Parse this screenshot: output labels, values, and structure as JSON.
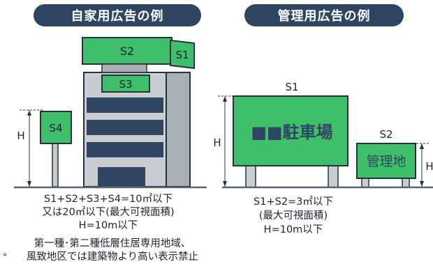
{
  "left": {
    "title": "自家用広告の例",
    "sign_labels": {
      "s1": "S1",
      "s2": "S2",
      "s3": "S3",
      "s4": "S4"
    },
    "height_label": "H",
    "caption": [
      "S1+S2+S3+S4=10㎡以下",
      "又は20㎡以下(最大可視面積)",
      "H=10m以下",
      "第一種･第二種低層住居専用地域、",
      "風致地区では建築物より高い表示禁止"
    ],
    "bullet": "°"
  },
  "right": {
    "title": "管理用広告の例",
    "sign1_label": "S1",
    "sign1_text": "■■駐車場",
    "sign2_label": "S2",
    "sign2_text": "管理地",
    "height_label_1": "H",
    "height_label_2": "H",
    "caption": [
      "S1+S2=3㎡以下",
      "(最大可視面積)",
      "H=10m以下"
    ]
  },
  "colors": {
    "sign_green": "#3fbf6a",
    "sign_border": "#27313b",
    "building": "#c9cdd2",
    "window": "#2f4561",
    "pill": "#2f4561",
    "ground": "#5a6470"
  }
}
